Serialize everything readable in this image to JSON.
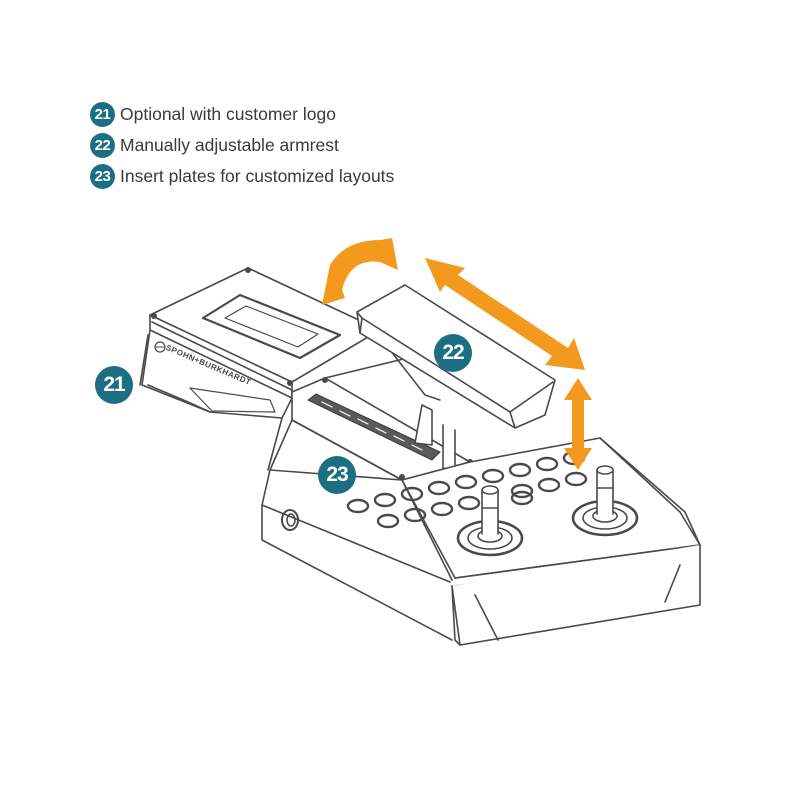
{
  "legend": [
    {
      "number": "21",
      "label": "Optional with customer logo"
    },
    {
      "number": "22",
      "label": "Manually adjustable armrest"
    },
    {
      "number": "23",
      "label": "Insert plates for customized layouts"
    }
  ],
  "callouts": {
    "logo": "21",
    "armrest": "22",
    "insert_plates": "23"
  },
  "brand_logo_text": "SPOHN+BURKHARDT",
  "colors": {
    "badge": "#1c6f83",
    "arrow": "#f39a1e",
    "line": "#4a4a4a"
  }
}
